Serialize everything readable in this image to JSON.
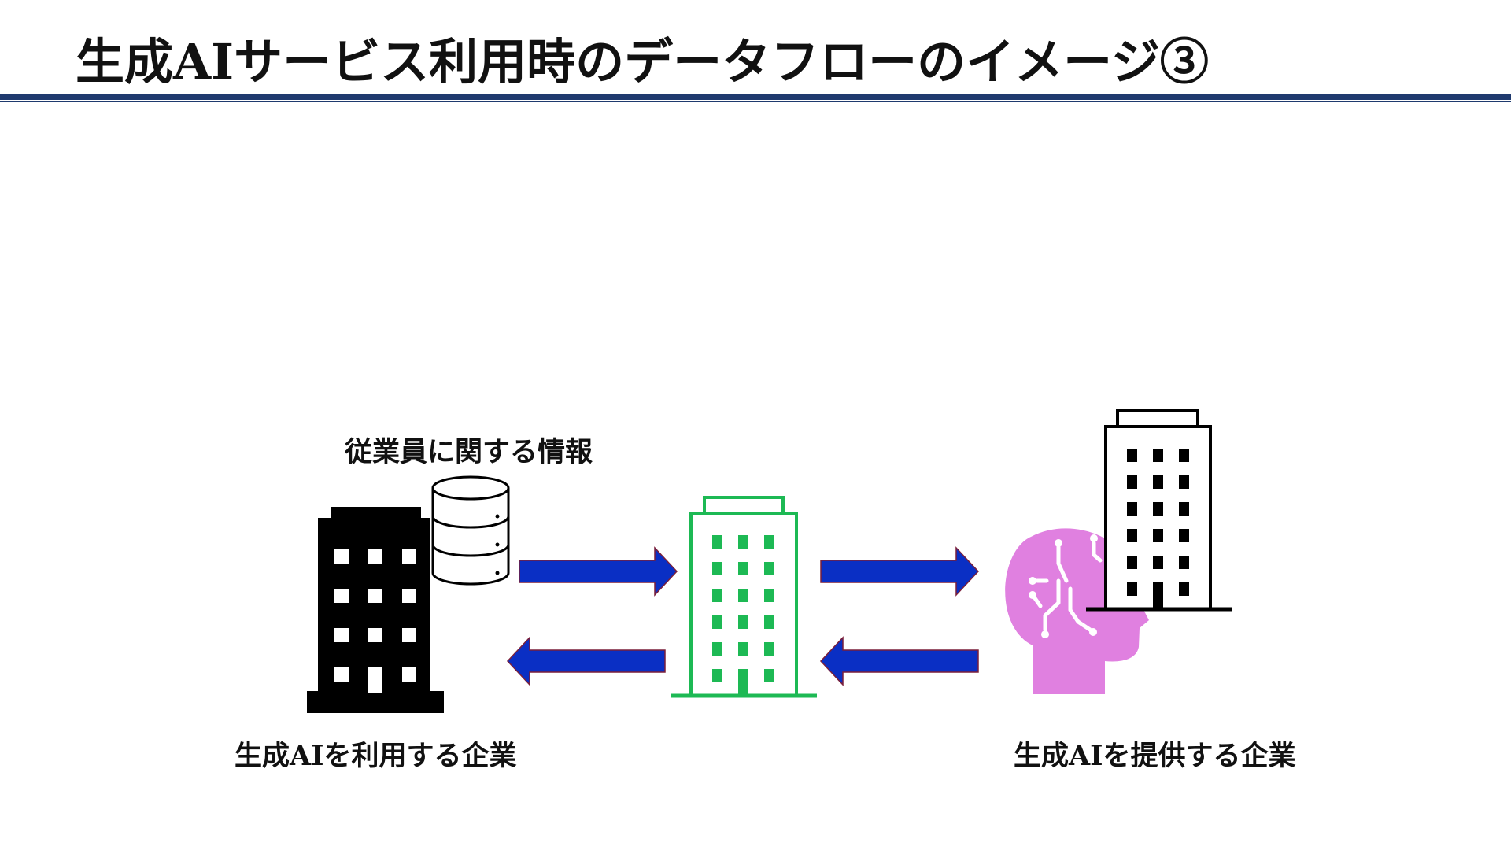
{
  "slide": {
    "title": "生成AIサービス利用時のデータフローのイメージ③"
  },
  "labels": {
    "employee_info": "従業員に関する情報",
    "ai_user_company": "生成AIを利用する企業",
    "ai_provider_company": "生成AIを提供する企業"
  },
  "colors": {
    "title_rule": "#1f3a6e",
    "arrow_fill": "#0a2fc4",
    "arrow_stroke": "#7a1f3a",
    "intermediary_building": "#1db954",
    "ai_head": "#e080e0"
  },
  "icons": {
    "user_company": "office-building-icon",
    "database": "database-icon",
    "intermediary": "office-building-icon",
    "ai_head": "ai-brain-head-icon",
    "provider_company": "office-building-icon"
  }
}
